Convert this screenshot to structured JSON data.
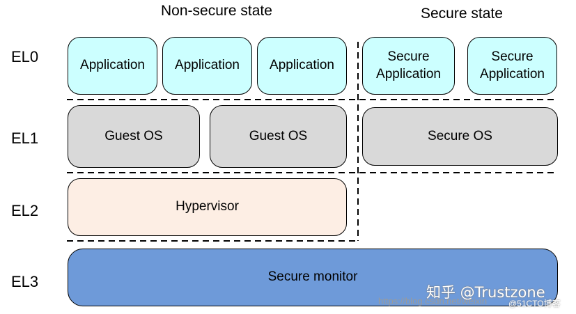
{
  "headers": {
    "non_secure": "Non-secure state",
    "secure": "Secure state"
  },
  "levels": {
    "el0": "EL0",
    "el1": "EL1",
    "el2": "EL2",
    "el3": "EL3"
  },
  "el0": {
    "apps": [
      "Application",
      "Application",
      "Application"
    ],
    "secure_apps": [
      "Secure\nApplication",
      "Secure\nApplication"
    ]
  },
  "el1": {
    "guest_os": [
      "Guest OS",
      "Guest OS"
    ],
    "secure_os": "Secure OS"
  },
  "el2": {
    "hypervisor": "Hypervisor"
  },
  "el3": {
    "secure_monitor": "Secure monitor"
  },
  "watermarks": {
    "zhihu": "知乎 @Trustzone",
    "csdn_url": "https://blog.csdn.net/weixin",
    "blog_51cto": "@51CTO博客"
  },
  "colors": {
    "application": "#ccffff",
    "os": "#d9d9d9",
    "hypervisor": "#fdeee4",
    "secure_monitor": "#6e9ad9"
  }
}
